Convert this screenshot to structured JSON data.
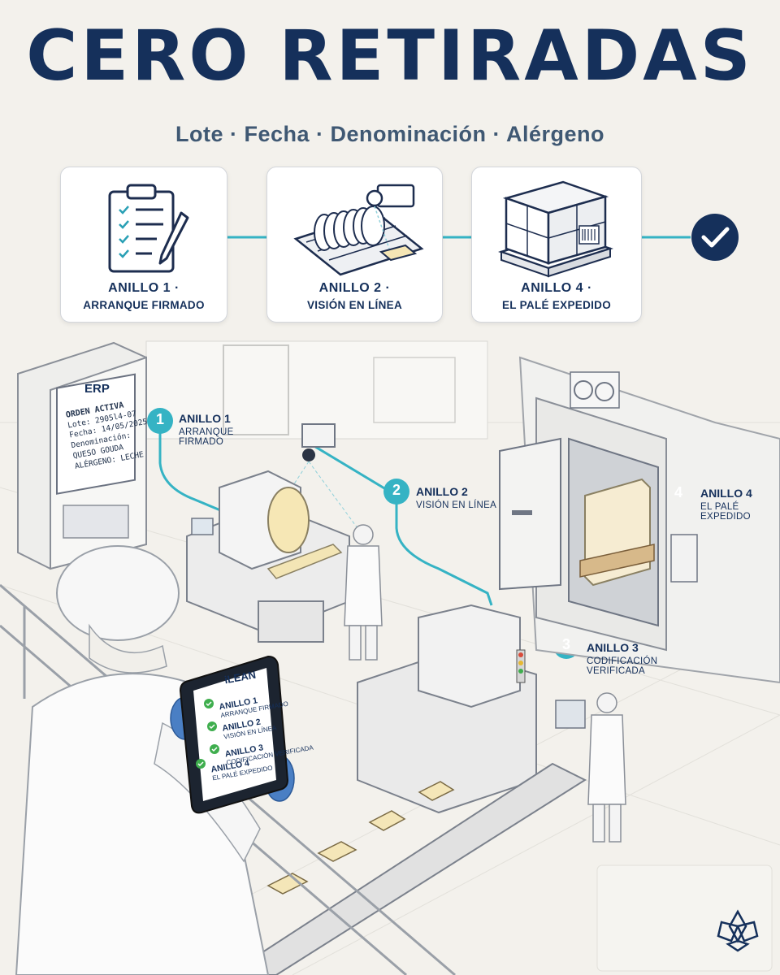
{
  "title": "CERO RETIRADAS",
  "subtitle": "Lote · Fecha · Denominación · Alérgeno",
  "cards": [
    {
      "line1": "ANILLO 1 ·",
      "line2": "ARRANQUE FIRMADO",
      "icon": "clipboard-checklist-icon"
    },
    {
      "line1": "ANILLO 2 ·",
      "line2": "VISIÓN EN LÍNEA",
      "icon": "vision-camera-icon"
    },
    {
      "line1": "ANILLO 4 ·",
      "line2": "EL PALÉ EXPEDIDO",
      "icon": "pallet-icon"
    }
  ],
  "rings": [
    {
      "num": "1",
      "title": "ANILLO 1",
      "sub1": "ARRANQUE",
      "sub2": "FIRMADO"
    },
    {
      "num": "2",
      "title": "ANILLO 2",
      "sub1": "VISIÓN EN LÍNEA",
      "sub2": ""
    },
    {
      "num": "3",
      "title": "ANILLO 3",
      "sub1": "CODIFICACIÓN",
      "sub2": "VERIFICADA"
    },
    {
      "num": "4",
      "title": "ANILLO 4",
      "sub1": "EL PALÉ",
      "sub2": "EXPEDIDO"
    }
  ],
  "erp": {
    "label": "ERP",
    "heading": "ORDEN ACTIVA",
    "lote": "Lote: 2905l4-07",
    "fecha": "Fecha: 14/05/2025",
    "denom_label": "Denominación:",
    "denom_value": "QUESO GOUDA",
    "alergeno": "ALÉRGENO: LECHE"
  },
  "tablet": {
    "brand": "iLEAN",
    "items": [
      {
        "title": "ANILLO 1",
        "sub": "ARRANQUE FIRMADO"
      },
      {
        "title": "ANILLO 2",
        "sub": "VISIÓN EN LÍNEA"
      },
      {
        "title": "ANILLO 3",
        "sub": "CODIFICACIÓN VERIFICADA"
      },
      {
        "title": "ANILLO 4",
        "sub": "EL PALÉ EXPEDIDO"
      }
    ]
  },
  "colors": {
    "navy": "#15305b",
    "teal": "#35b3c4",
    "check_green": "#3fae4e",
    "glove_blue": "#4a7fc4"
  }
}
